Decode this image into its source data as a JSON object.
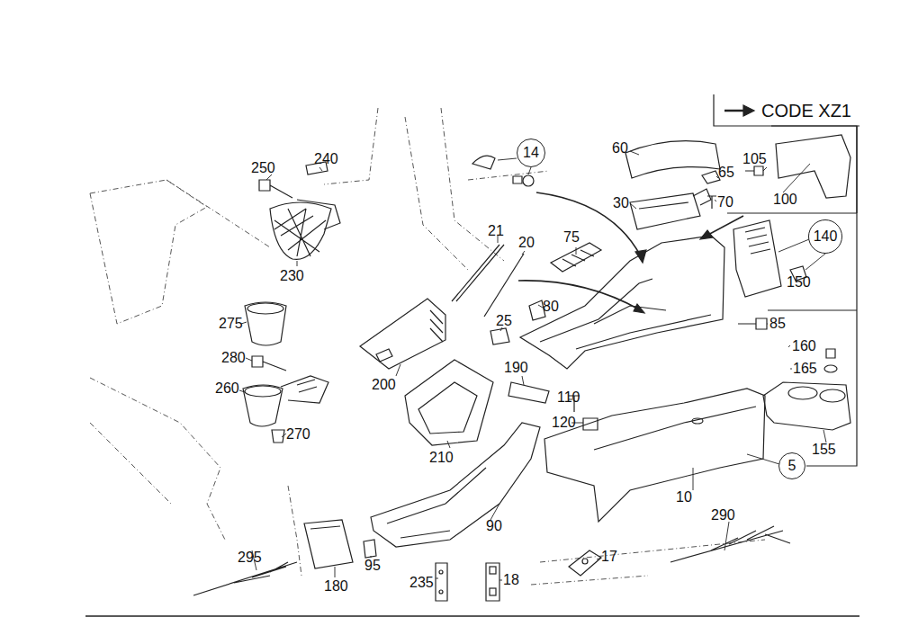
{
  "diagram": {
    "nodes": [
      {
        "text": [
          "CODE XZ1"
        ]
      },
      {
        "text": [
          "14"
        ]
      },
      {
        "text": [
          "140"
        ]
      },
      {
        "text": [
          "5"
        ]
      }
    ],
    "labels": [
      "250",
      "240",
      "230",
      "275",
      "280",
      "260",
      "270",
      "200",
      "210",
      "21",
      "20",
      "75",
      "80",
      "25",
      "190",
      "110",
      "120",
      "90",
      "95",
      "180",
      "295",
      "235",
      "18",
      "17",
      "60",
      "65",
      "105",
      "100",
      "30",
      "70",
      "85",
      "150",
      "160",
      "165",
      "155",
      "10",
      "290"
    ]
  }
}
